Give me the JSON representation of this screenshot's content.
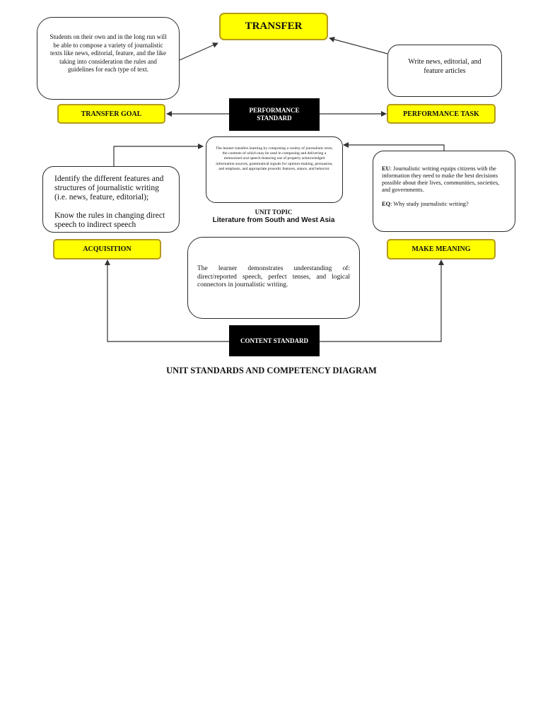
{
  "labels": {
    "transfer": "TRANSFER",
    "transfer_goal": "TRANSFER GOAL",
    "performance_standard_line1": "PERFORMANCE",
    "performance_standard_line2": "STANDARD",
    "performance_task": "PERFORMANCE TASK",
    "acquisition": "ACQUISITION",
    "make_meaning": "MAKE MEANING",
    "content_standard": "CONTENT STANDARD"
  },
  "boxes": {
    "transfer_goal_text": "Students on their own and in the long run will be able to compose a variety of journalistic texts like news, editorial, feature, and the like taking into consideration the rules and guidelines for each type of text.",
    "performance_task_text": "Write news, editorial, and feature articles",
    "performance_standard_text": "The learner transfers learning by composing a variety of journalistic texts, the contents of which may be used in composing and delivering a memorized  oral speech featuring use of properly acknowledged information sources, grammatical signals for opinion-making, persuasion, and emphasis, and appropriate prosodic features, stance, and behavior.",
    "acquisition_text_1": "Identify the different features and structures of journalistic writing (i.e. news, feature, editorial);",
    "acquisition_text_2": "Know the rules in changing direct speech to indirect speech",
    "make_meaning_eu_label": "EU",
    "make_meaning_eu_text": ": Journalistic writing equips citizens with the information they need to make the best decisions possible about their lives, communities, societies, and governments.",
    "make_meaning_eq_label": "EQ",
    "make_meaning_eq_text": ": Why study journalistic writing?",
    "content_standard_text": "The learner demonstrates understanding of: direct/reported speech, perfect tenses, and logical connectors in journalistic writing."
  },
  "unit_topic": {
    "label": "UNIT TOPIC",
    "title": "Literature from South and West Asia"
  },
  "caption": "UNIT STANDARDS AND COMPETENCY DIAGRAM",
  "colors": {
    "yellow": "#ffff00",
    "yellow_border": "#b59a1c",
    "black": "#000000",
    "line": "#333333"
  }
}
